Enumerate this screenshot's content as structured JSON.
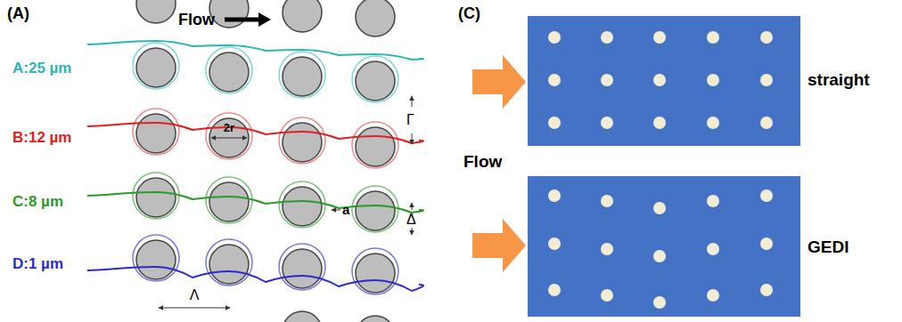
{
  "diagram": {
    "labels": [
      "(A)",
      "Flow",
      "A:25 µm",
      "B:12 µm",
      "C:8 µm",
      "D:1 µm",
      "2r",
      "a",
      "Γ",
      "Δ",
      "Λ",
      "(C)",
      "Flow",
      "straight",
      "GEDI"
    ]
  }
}
